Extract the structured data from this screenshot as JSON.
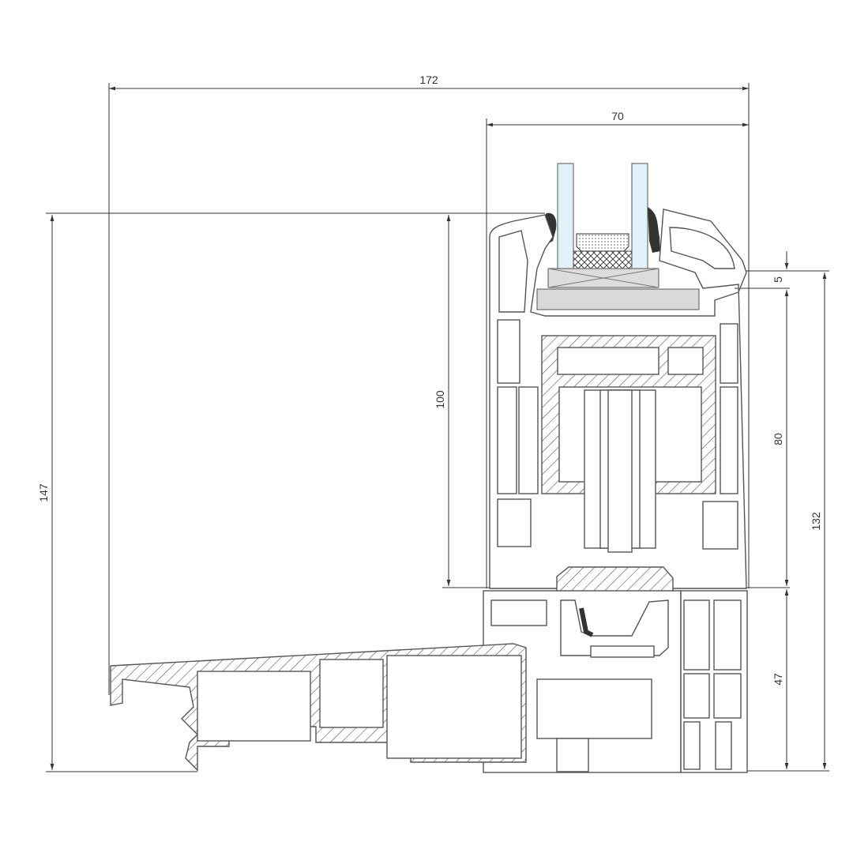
{
  "drawing": {
    "dimensions": {
      "overall_width": "172",
      "sash_width": "70",
      "overall_height": "147",
      "opening_height": "100",
      "gap": "5",
      "sash_height": "80",
      "frame_height": "132",
      "threshold_height": "47"
    },
    "colors": {
      "line": "#555555",
      "glass": "#e3f1fb",
      "gasket": "#333333",
      "spacer": "#d9d9d9"
    }
  }
}
